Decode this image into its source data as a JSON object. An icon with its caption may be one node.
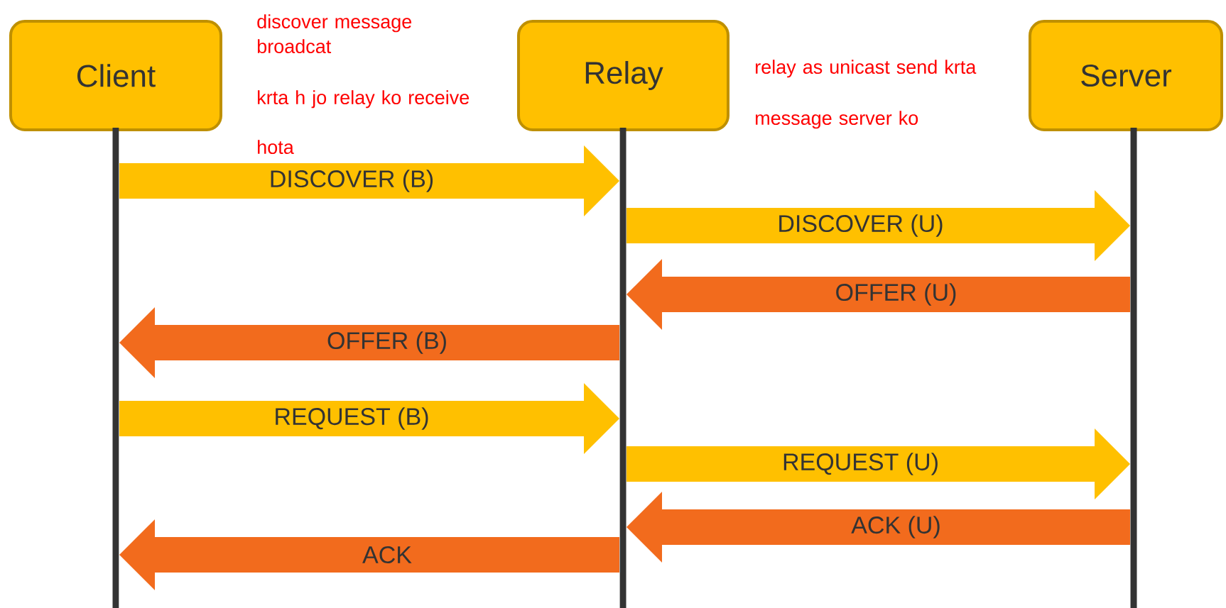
{
  "diagram": {
    "nodes": [
      {
        "text": [
          "Client"
        ]
      },
      {
        "text": [
          "Relay"
        ]
      },
      {
        "text": [
          "Server"
        ]
      },
      {
        "text": [],
        "shape": "bar"
      },
      {
        "text": [],
        "shape": "bar"
      },
      {
        "text": [],
        "shape": "bar"
      }
    ],
    "edges": [
      {
        "from": 3,
        "to": 4,
        "arrow": "to",
        "label": "DISCOVER (B)",
        "color": "#ffc000"
      },
      {
        "from": 4,
        "to": 5,
        "arrow": "to",
        "label": "DISCOVER (U)",
        "color": "#ffc000"
      },
      {
        "from": 5,
        "to": 4,
        "arrow": "to",
        "label": "OFFER (U)",
        "color": "#f26b1d"
      },
      {
        "from": 4,
        "to": 3,
        "arrow": "to",
        "label": "OFFER (B)",
        "color": "#f26b1d"
      },
      {
        "from": 3,
        "to": 4,
        "arrow": "to",
        "label": "REQUEST (B)",
        "color": "#ffc000"
      },
      {
        "from": 4,
        "to": 5,
        "arrow": "to",
        "label": "REQUEST (U)",
        "color": "#ffc000"
      },
      {
        "from": 5,
        "to": 4,
        "arrow": "to",
        "label": "ACK (U)",
        "color": "#f26b1d"
      },
      {
        "from": 4,
        "to": 3,
        "arrow": "to",
        "label": "ACK",
        "color": "#f26b1d"
      }
    ],
    "labels": [
      "discover message broadcat",
      "krta h jo relay ko receive",
      "hota",
      "relay as unicast send krta",
      "message server ko"
    ]
  }
}
